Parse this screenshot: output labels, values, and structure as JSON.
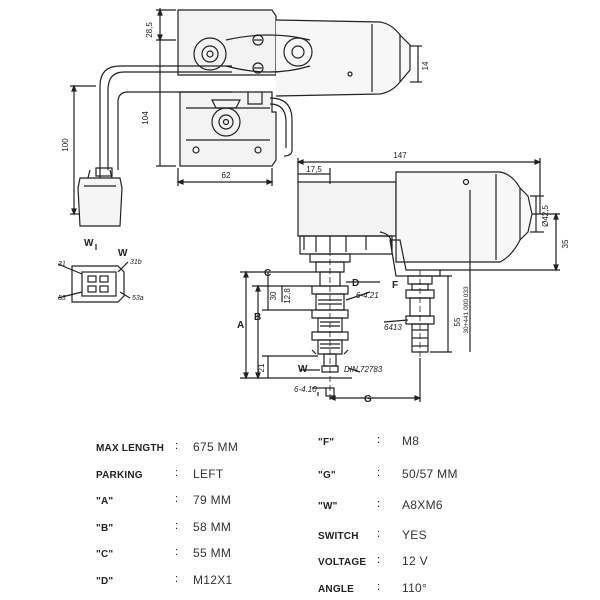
{
  "drawing": {
    "dims": {
      "d28_5": "28,5",
      "d104": "104",
      "d100": "100",
      "d14": "14",
      "d62": "62",
      "d147": "147",
      "d17_5": "17,5",
      "d42_5": "Ø42,5",
      "d35": "35",
      "d30": "30",
      "d12_8": "12,8",
      "d21": "21",
      "d6_4_21": "6-4.21",
      "d6_4_10": "6-4.10",
      "d6_413": "6413",
      "d55": "55",
      "d30_441": "30+441 000 033",
      "din": "DIN 72783"
    },
    "letters": {
      "A": "A",
      "B": "B",
      "C": "C",
      "D": "D",
      "F": "F",
      "G": "G",
      "W": "W",
      "W2": "W"
    },
    "connector": {
      "t31": "31",
      "t31b": "31b",
      "t53": "53",
      "t53a": "53a",
      "W_left": "W",
      "W_right": "W"
    }
  },
  "specs_left": [
    {
      "label": "MAX LENGTH",
      "value": "675 MM"
    },
    {
      "label": "PARKING",
      "value": "LEFT"
    },
    {
      "label": "\"A\"",
      "value": "79 MM"
    },
    {
      "label": "\"B\"",
      "value": "58 MM"
    },
    {
      "label": "\"C\"",
      "value": "55 MM"
    },
    {
      "label": "\"D\"",
      "value": "M12X1"
    }
  ],
  "specs_right": [
    {
      "label": "\"F\"",
      "value": "M8"
    },
    {
      "label": "\"G\"",
      "value": "50/57 MM"
    },
    {
      "label": "\"W\"",
      "value": "A8XM6"
    },
    {
      "label": "SWITCH",
      "value": "YES"
    },
    {
      "label": "VOLTAGE",
      "value": "12 V"
    },
    {
      "label": "ANGLE",
      "value": "110°"
    }
  ],
  "colon": ":"
}
